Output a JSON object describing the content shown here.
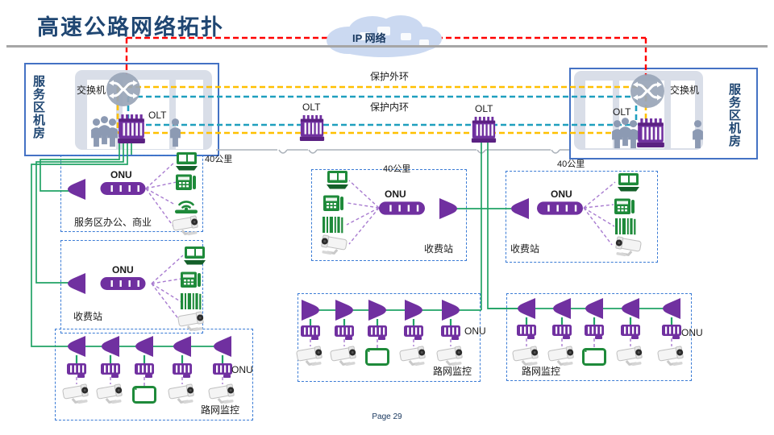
{
  "slide": {
    "title": "高速公路网络拓扑",
    "cloud_label": "IP 网络",
    "ring_outer_label": "保护外环",
    "ring_inner_label": "保护内环",
    "page_label": "Page 29"
  },
  "rooms": {
    "left": {
      "name": "服务区机房",
      "switch_label": "交换机",
      "olt_label": "OLT"
    },
    "right": {
      "name": "服务区机房",
      "switch_label": "交换机",
      "olt_label": "OLT"
    }
  },
  "trunk_olts": [
    {
      "label": "OLT"
    },
    {
      "label": "OLT"
    }
  ],
  "distances": [
    {
      "label": "40公里"
    },
    {
      "label": "40公里"
    },
    {
      "label": "40公里"
    }
  ],
  "groups": [
    {
      "id": "service-area-office",
      "label": "服务区办公、商业",
      "onu_label": "ONU"
    },
    {
      "id": "toll-left",
      "label": "收费站",
      "onu_label": "ONU"
    },
    {
      "id": "monitor-left",
      "label": "路网监控",
      "onu_label": "ONU"
    },
    {
      "id": "toll-mid",
      "label": "收费站",
      "onu_label": "ONU"
    },
    {
      "id": "toll-right",
      "label": "收费站",
      "onu_label": "ONU"
    },
    {
      "id": "monitor-mid",
      "label": "路网监控",
      "onu_label": "ONU"
    },
    {
      "id": "monitor-right",
      "label": "路网监控",
      "onu_label": "ONU"
    }
  ],
  "colors": {
    "title_navy": "#1F4672",
    "room_box_blue": "#4472C4",
    "group_box_dash_blue": "#3A7BD5",
    "device_purple": "#7030A0",
    "endpoint_green": "#1E8A3A",
    "fiber_green": "#21A366",
    "ring_outer_yellow": "#FFC000",
    "ring_inner_teal": "#1F9FBE",
    "uplink_red": "#FF0000",
    "cloud_blue": "#CBD9F1"
  }
}
